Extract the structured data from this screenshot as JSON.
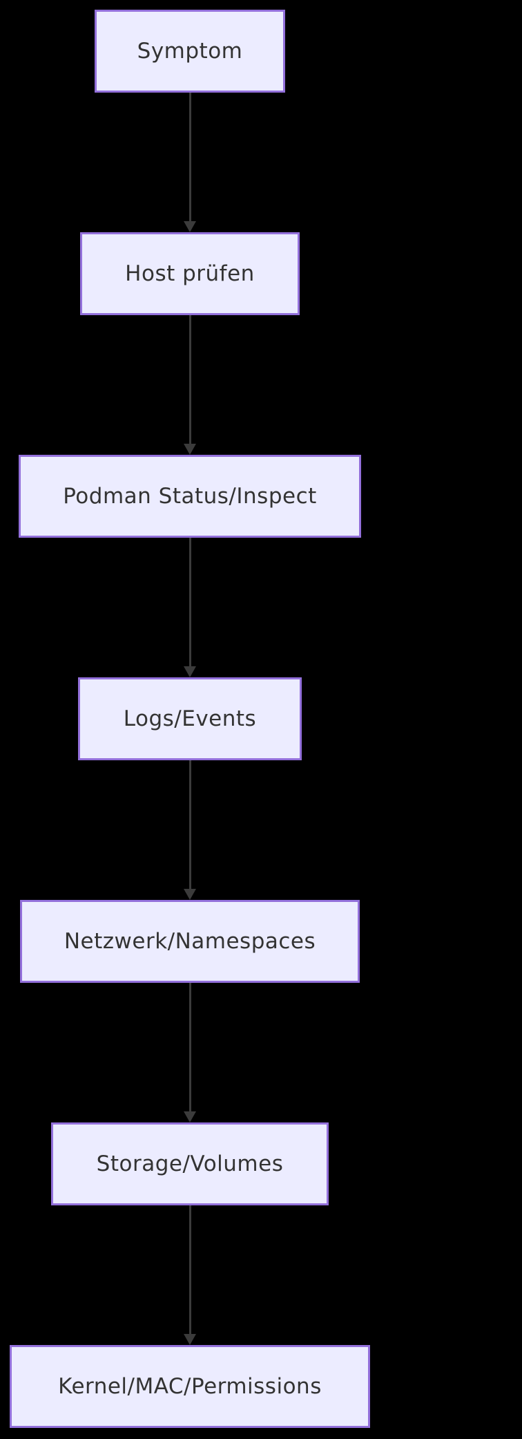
{
  "theme": {
    "bg": "#000000",
    "node_fill": "#ECECFF",
    "node_border": "#9370DB",
    "edge_color": "#3b3b3b",
    "text_color": "#333333"
  },
  "diagram": {
    "type": "flowchart",
    "direction": "top-down",
    "nodes": [
      {
        "id": "symptom",
        "label": "Symptom"
      },
      {
        "id": "host-pruefen",
        "label": "Host prüfen"
      },
      {
        "id": "podman-status-inspect",
        "label": "Podman Status/Inspect"
      },
      {
        "id": "logs-events",
        "label": "Logs/Events"
      },
      {
        "id": "netzwerk-namespaces",
        "label": "Netzwerk/Namespaces"
      },
      {
        "id": "storage-volumes",
        "label": "Storage/Volumes"
      },
      {
        "id": "kernel-mac-permissions",
        "label": "Kernel/MAC/Permissions"
      }
    ],
    "edges": [
      {
        "from": "Symptom",
        "to": "Host prüfen"
      },
      {
        "from": "Host prüfen",
        "to": "Podman Status/Inspect"
      },
      {
        "from": "Podman Status/Inspect",
        "to": "Logs/Events"
      },
      {
        "from": "Logs/Events",
        "to": "Netzwerk/Namespaces"
      },
      {
        "from": "Netzwerk/Namespaces",
        "to": "Storage/Volumes"
      },
      {
        "from": "Storage/Volumes",
        "to": "Kernel/MAC/Permissions"
      }
    ]
  }
}
